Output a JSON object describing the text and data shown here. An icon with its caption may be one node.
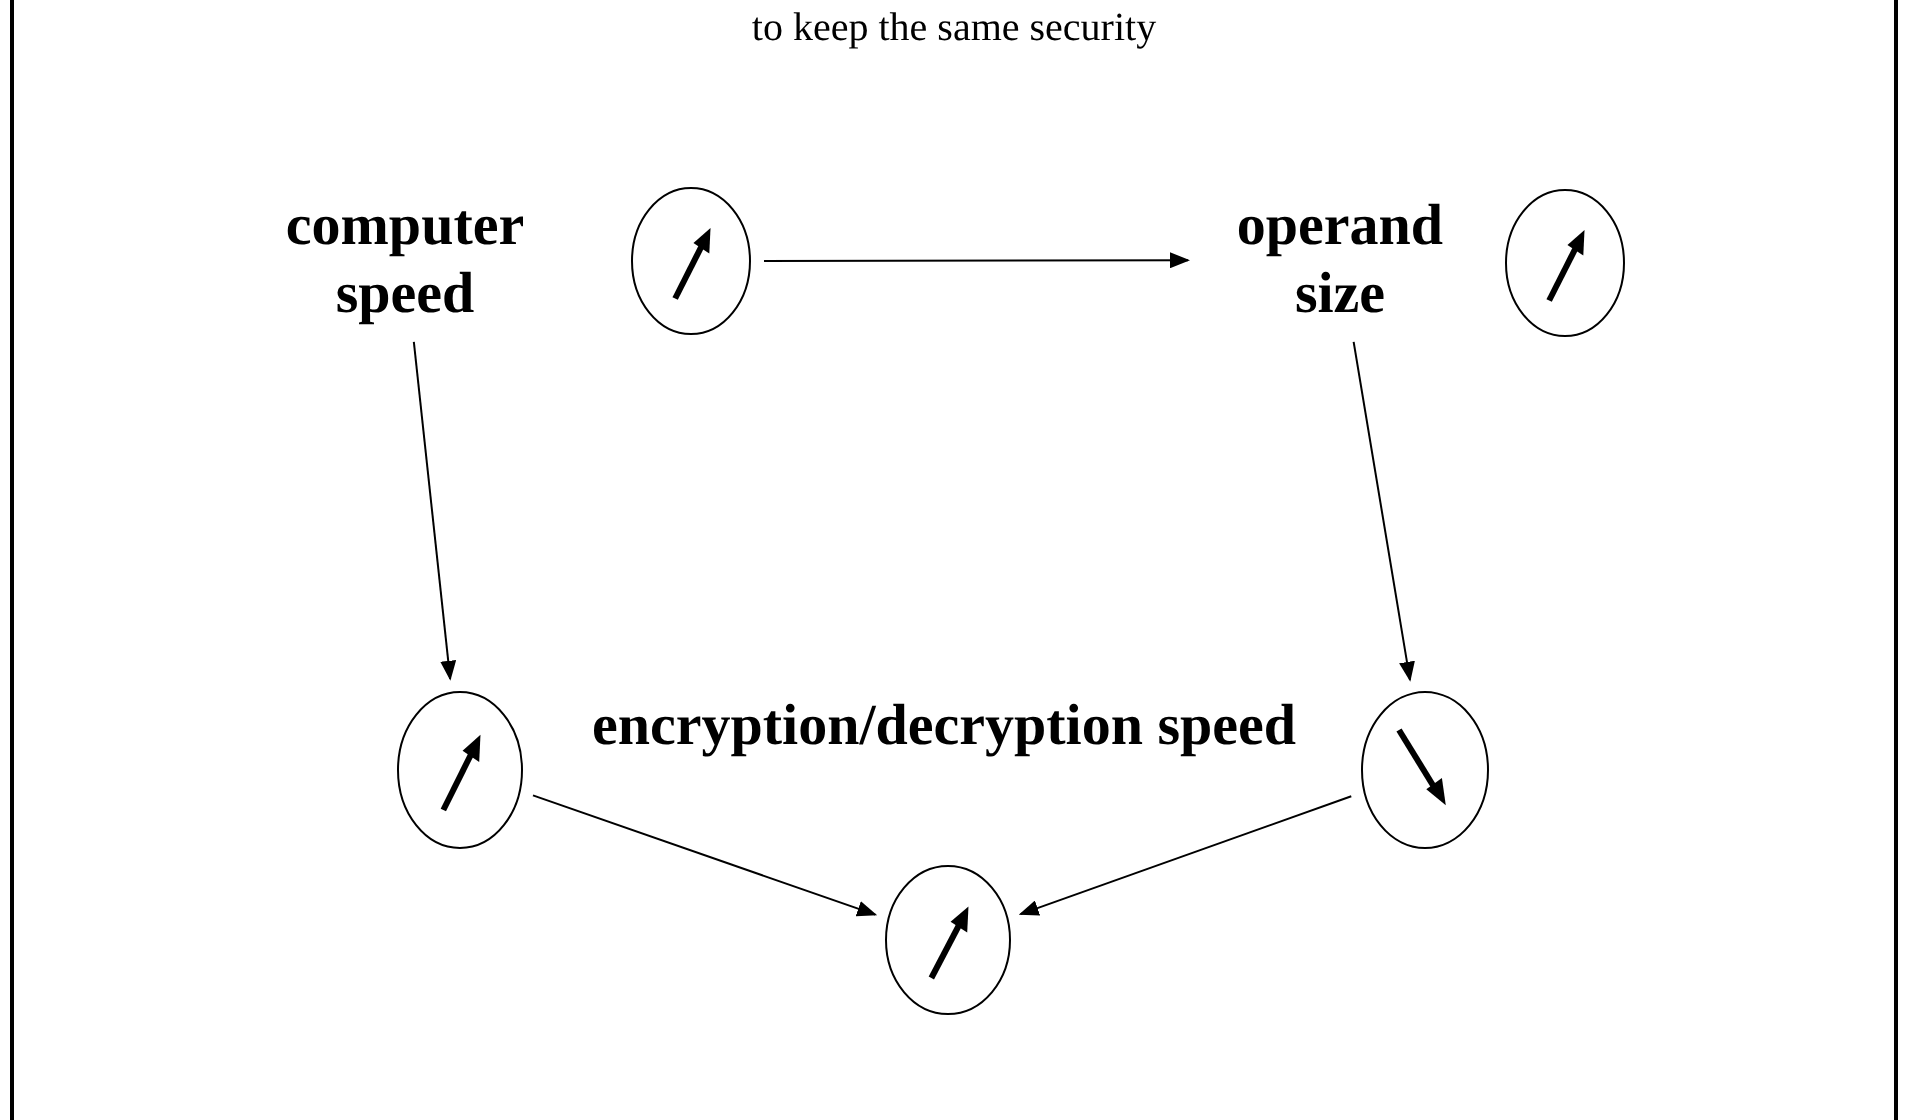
{
  "diagram": {
    "nodes": [
      {
        "text": [
          "computer speed"
        ]
      },
      {
        "text": [],
        "shape": "circle"
      },
      {
        "text": [
          "operand size"
        ]
      },
      {
        "text": [],
        "shape": "circle"
      },
      {
        "text": [
          "encryption/decryption speed"
        ]
      },
      {
        "text": [],
        "shape": "circle"
      },
      {
        "text": [],
        "shape": "circle"
      },
      {
        "text": [],
        "shape": "circle"
      }
    ],
    "edges": [
      {
        "from": 1,
        "to": 2,
        "arrow": "to"
      },
      {
        "from": 0,
        "to": 5,
        "arrow": "to"
      },
      {
        "from": 2,
        "to": 6,
        "arrow": "to"
      },
      {
        "from": 5,
        "to": 7,
        "arrow": "to"
      },
      {
        "from": 6,
        "to": 7,
        "arrow": "to"
      }
    ],
    "labels": [
      "to keep the same security"
    ]
  }
}
